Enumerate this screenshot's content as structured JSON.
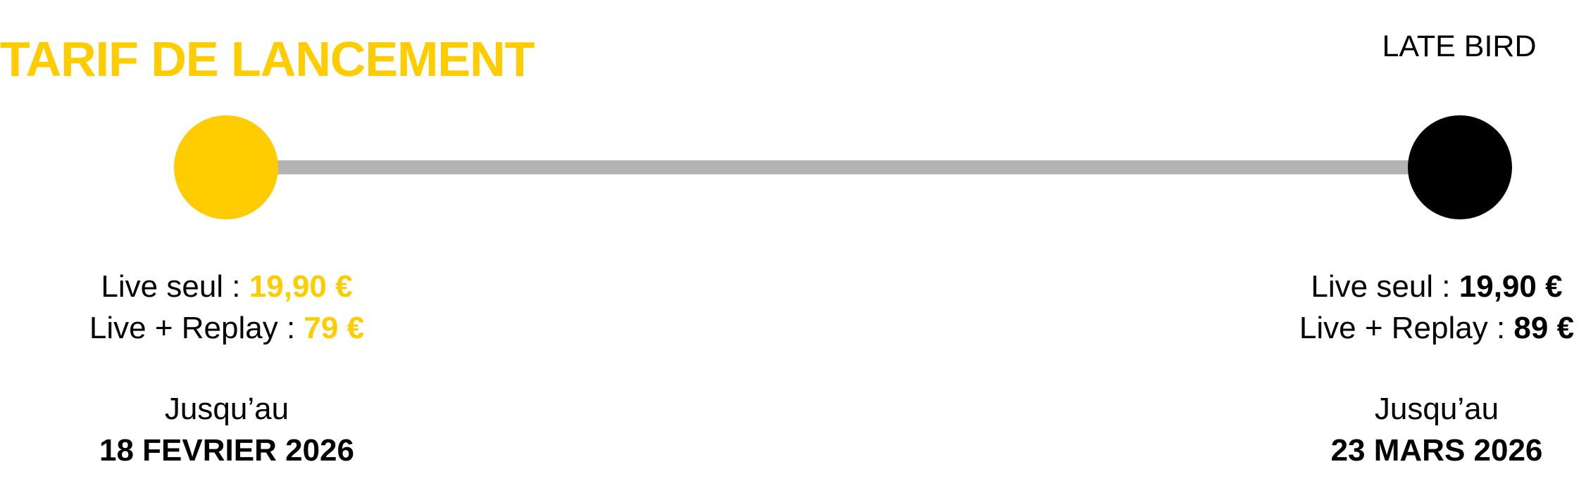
{
  "colors": {
    "accent": "#ffcc00",
    "line": "#b3b3b3",
    "late": "#000000"
  },
  "launch": {
    "title": "TARIF DE LANCEMENT",
    "live_label": "Live seul : ",
    "live_price": "19,90 €",
    "replay_label": "Live + Replay : ",
    "replay_price": "79 €",
    "until_label": "Jusqu’au",
    "until_date": "18 FEVRIER 2026"
  },
  "late_bird": {
    "title": "LATE BIRD",
    "live_label": "Live seul : ",
    "live_price": "19,90 €",
    "replay_label": "Live + Replay : ",
    "replay_price": "89 €",
    "until_label": "Jusqu’au",
    "until_date": "23 MARS 2026"
  }
}
